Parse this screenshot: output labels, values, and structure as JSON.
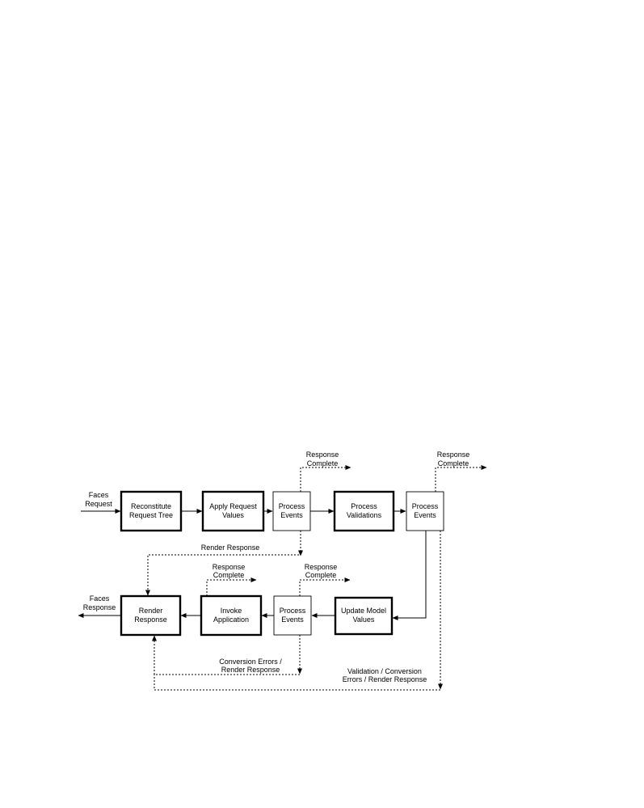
{
  "nodes": {
    "reconstitute": [
      "Reconstitute",
      "Request Tree"
    ],
    "apply": [
      "Apply Request",
      "Values"
    ],
    "process_events_1": [
      "Process",
      "Events"
    ],
    "process_validations": [
      "Process",
      "Validations"
    ],
    "process_events_2": [
      "Process",
      "Events"
    ],
    "update_model": [
      "Update Model",
      "Values"
    ],
    "process_events_3": [
      "Process",
      "Events"
    ],
    "invoke": [
      "Invoke",
      "Application"
    ],
    "render": [
      "Render",
      "Response"
    ]
  },
  "labels": {
    "faces_request": [
      "Faces",
      "Request"
    ],
    "faces_response": [
      "Faces",
      "Response"
    ],
    "response_complete_1": [
      "Response",
      "Complete"
    ],
    "response_complete_2": [
      "Response",
      "Complete"
    ],
    "response_complete_3": [
      "Response",
      "Complete"
    ],
    "response_complete_4": [
      "Response",
      "Complete"
    ],
    "render_response": [
      "Render Response"
    ],
    "conversion_errors": [
      "Conversion Errors /",
      "Render Response"
    ],
    "validation_errors": [
      "Validation / Conversion",
      "Errors / Render Response"
    ]
  },
  "colors": {
    "stroke": "#000000",
    "background": "#ffffff"
  }
}
